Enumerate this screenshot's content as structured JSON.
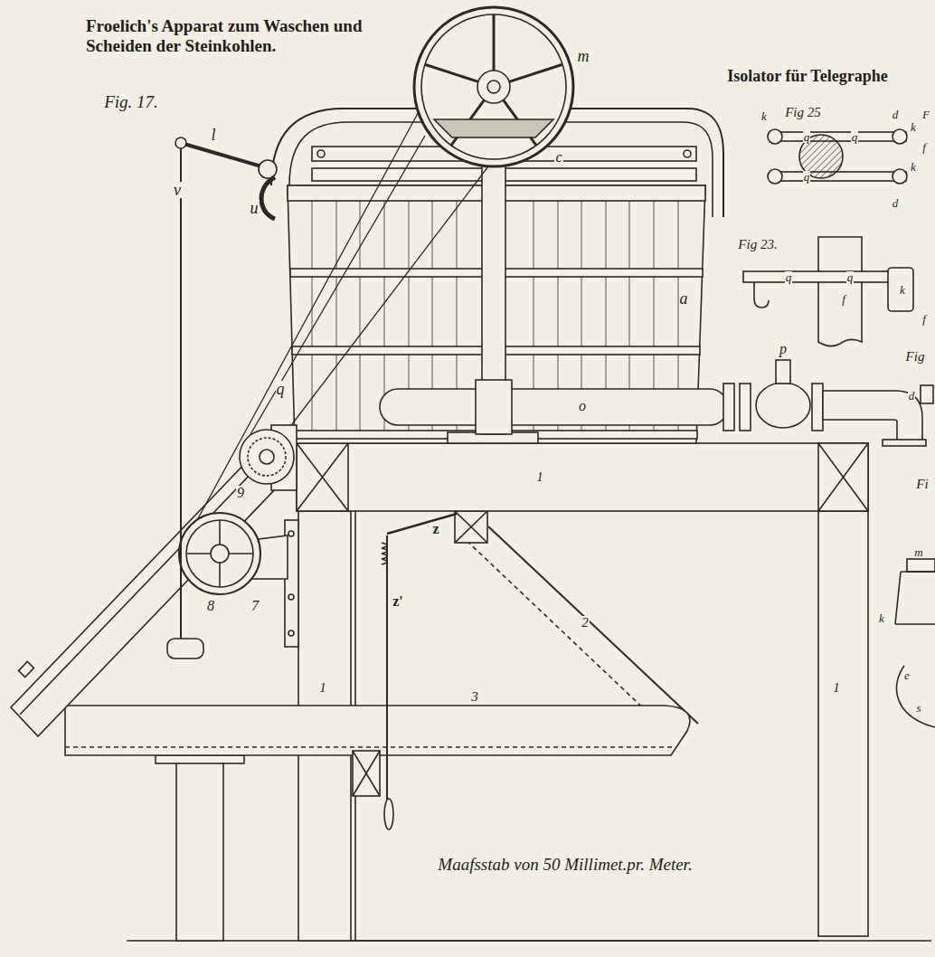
{
  "diagram": {
    "title": "Froelich's Apparat zum Waschen und Scheiden der Steinkohlen.",
    "labels": [
      "Fig. 17.",
      "Isolator für Telegraphe",
      "l",
      "v",
      "u",
      "m",
      "c",
      "a",
      "q",
      "9",
      "8",
      "7",
      "o",
      "p",
      "1",
      "2",
      "3",
      "1",
      "1",
      "z",
      "z'",
      "Fig 25",
      "k",
      "d",
      "F",
      "q",
      "q",
      "k",
      "f",
      "q",
      "k",
      "d",
      "Fig 23.",
      "q",
      "q",
      "f",
      "k",
      "f",
      "Fig",
      "Fi",
      "m",
      "k",
      "e",
      "s",
      "d",
      "Maafsstab von 50 Millimet.pr. Meter."
    ]
  }
}
